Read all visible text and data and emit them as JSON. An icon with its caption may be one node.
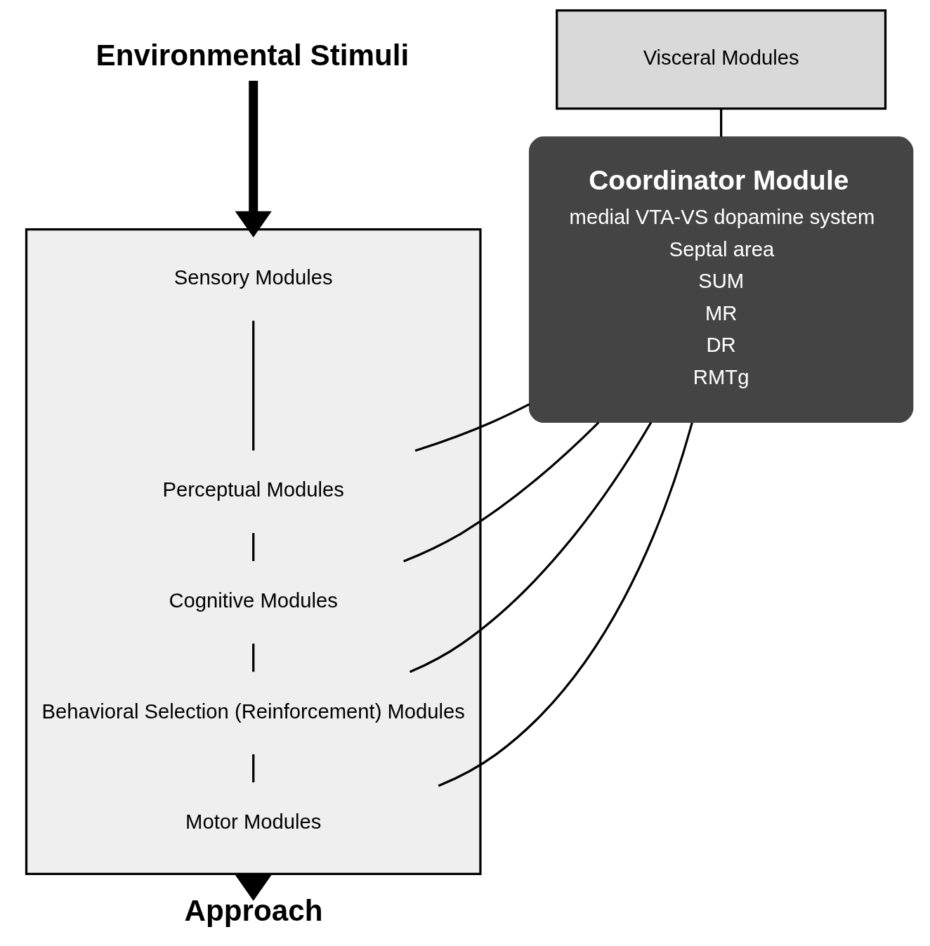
{
  "diagram": {
    "nodes": [
      {
        "text": [
          "Environmental Stimuli"
        ]
      },
      {
        "text": [
          "Visceral Modules"
        ]
      },
      {
        "text": [
          "Coordinator Module",
          "medial VTA-VS dopamine system",
          "Septal area",
          "SUM",
          "MR",
          "DR",
          "RMTg"
        ]
      },
      {
        "text": [],
        "shape": "box"
      },
      {
        "text": [
          "Sensory Modules"
        ],
        "in": 3
      },
      {
        "text": [
          "Perceptual Modules"
        ],
        "in": 3
      },
      {
        "text": [
          "Cognitive Modules"
        ],
        "in": 3
      },
      {
        "text": [
          "Behavioral Selection (Reinforcement) Modules"
        ],
        "in": 3
      },
      {
        "text": [
          "Motor Modules"
        ],
        "in": 3
      },
      {
        "text": [
          "Approach"
        ]
      }
    ],
    "edges": [
      {
        "from": 0,
        "to": 3,
        "arrow": "to",
        "style": "thick"
      },
      {
        "from": 3,
        "to": 9,
        "arrow": "to",
        "style": "thick"
      },
      {
        "from": 1,
        "to": 2,
        "arrow": "none"
      },
      {
        "from": 2,
        "to": 5,
        "arrow": "none"
      },
      {
        "from": 2,
        "to": 6,
        "arrow": "none"
      },
      {
        "from": 2,
        "to": 7,
        "arrow": "none"
      },
      {
        "from": 2,
        "to": 8,
        "arrow": "none"
      },
      {
        "from": 4,
        "to": 5,
        "arrow": "none"
      },
      {
        "from": 5,
        "to": 6,
        "arrow": "none"
      },
      {
        "from": 6,
        "to": 7,
        "arrow": "none"
      },
      {
        "from": 7,
        "to": 8,
        "arrow": "none"
      }
    ]
  }
}
